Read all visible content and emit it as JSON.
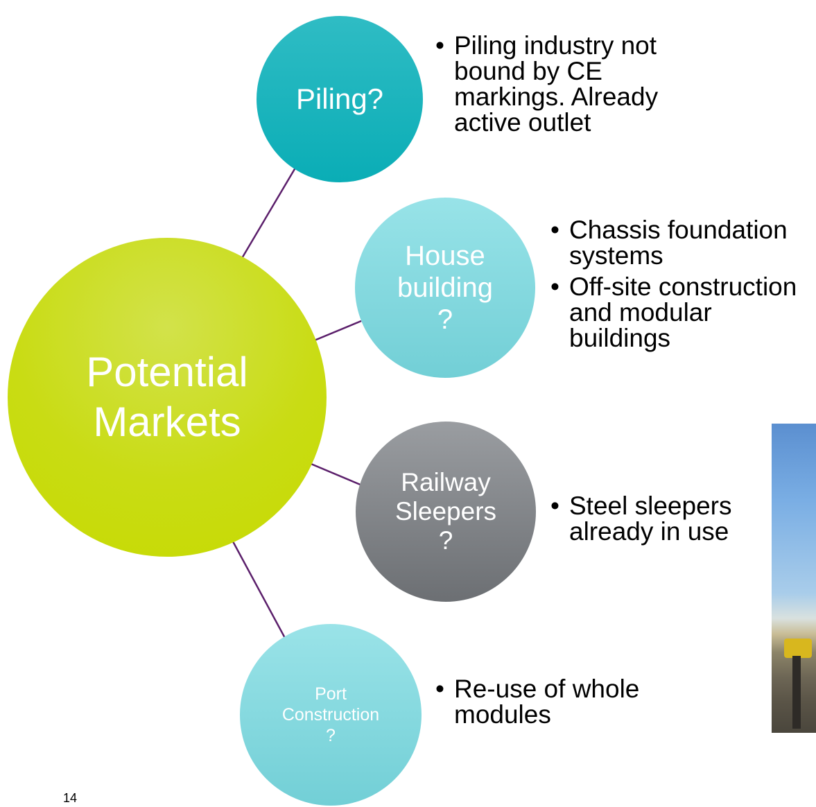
{
  "hub": {
    "label": "Potential\nMarkets"
  },
  "markets": [
    {
      "label": "Piling?",
      "points": [
        "Piling industry not bound by CE markings. Already active outlet"
      ]
    },
    {
      "label": "House\nbuilding\n?",
      "points": [
        "Chassis foundation systems",
        "Off-site construction and modular buildings"
      ]
    },
    {
      "label": "Railway\nSleepers\n?",
      "points": [
        "Steel sleepers already in use"
      ]
    },
    {
      "label": "Port\nConstruction\n?",
      "points": [
        "Re-use of whole modules"
      ]
    }
  ],
  "page_number": "14",
  "colors": {
    "hub": "#c6da00",
    "piling": "#0aadb6",
    "house": "#72cfd6",
    "rail": "#6c6f73",
    "port": "#72cfd6",
    "connector": "#5b1f6b"
  }
}
